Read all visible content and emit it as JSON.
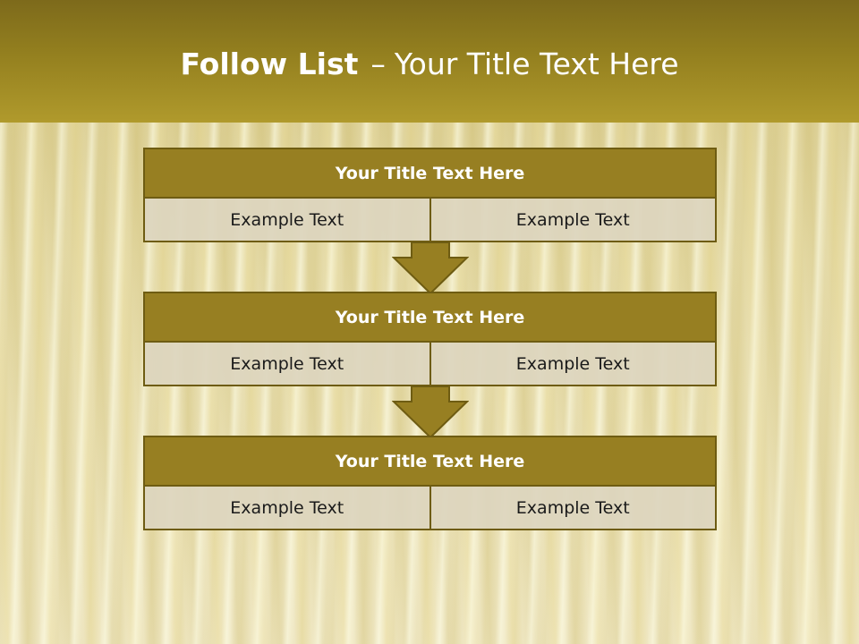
{
  "slide": {
    "title_bold": "Follow List",
    "title_dash": "–",
    "title_rest": "Your Title Text Here"
  },
  "blocks": [
    {
      "title": "Your Title Text Here",
      "left": "Example Text",
      "right": "Example Text"
    },
    {
      "title": "Your Title Text Here",
      "left": "Example Text",
      "right": "Example Text"
    },
    {
      "title": "Your Title Text Here",
      "left": "Example Text",
      "right": "Example Text"
    }
  ],
  "colors": {
    "header": "#94801f",
    "block_title": "#977f22",
    "cell": "#ddd5be",
    "border": "#6e5c12"
  },
  "icons": [
    "down-arrow-icon",
    "down-arrow-icon"
  ]
}
